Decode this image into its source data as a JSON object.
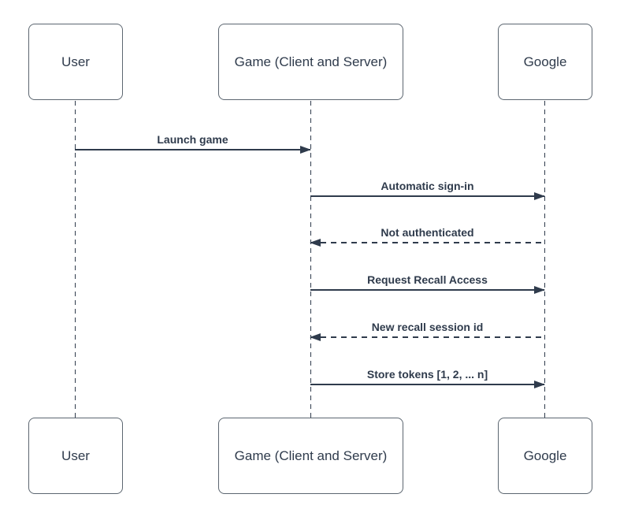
{
  "diagram": {
    "type": "sequence",
    "actors": [
      {
        "id": "user",
        "label": "User"
      },
      {
        "id": "game",
        "label": "Game (Client and Server)"
      },
      {
        "id": "google",
        "label": "Google"
      }
    ],
    "messages": [
      {
        "label": "Launch game",
        "from": "user",
        "to": "game",
        "line": "solid",
        "direction": "right"
      },
      {
        "label": "Automatic sign-in",
        "from": "game",
        "to": "google",
        "line": "solid",
        "direction": "right"
      },
      {
        "label": "Not authenticated",
        "from": "google",
        "to": "game",
        "line": "dashed",
        "direction": "left"
      },
      {
        "label": "Request Recall Access",
        "from": "game",
        "to": "google",
        "line": "solid",
        "direction": "right"
      },
      {
        "label": "New recall session id",
        "from": "google",
        "to": "game",
        "line": "dashed",
        "direction": "left"
      },
      {
        "label": "Store tokens [1, 2, ... n]",
        "from": "game",
        "to": "google",
        "line": "solid",
        "direction": "right"
      }
    ],
    "colors": {
      "line": "#2f3b4c",
      "text": "#2f3b4c",
      "box_border": "#5c6670",
      "box_fill": "#ffffff",
      "background": "#ffffff"
    }
  }
}
